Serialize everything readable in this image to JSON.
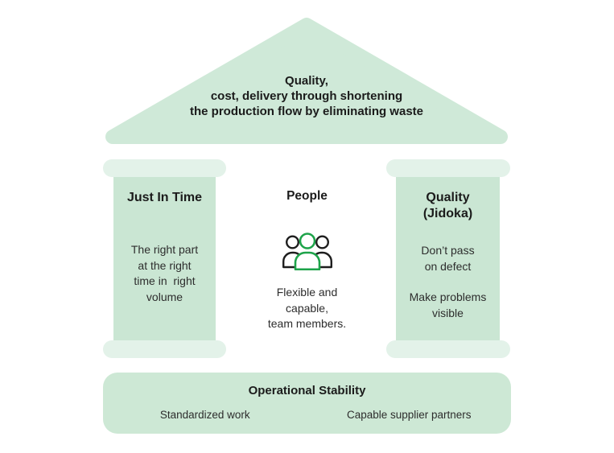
{
  "diagram_title": "Toyota Production System house",
  "colors": {
    "background": "#ffffff",
    "roof_fill": "#cfe9d8",
    "pillar_body_fill": "#cae6d3",
    "pillar_capital_fill": "#e3f2e9",
    "foundation_fill": "#cde8d5",
    "heading_text": "#1b1b1b",
    "body_text": "#2d2d2d",
    "icon_green": "#1ea34a",
    "icon_black": "#1e1e1e"
  },
  "roof": {
    "text": "Quality,\ncost, delivery through shortening\nthe production flow by eliminating waste"
  },
  "left_pillar": {
    "title": "Just In Time",
    "body": "The right part\nat the right\ntime in  right\nvolume"
  },
  "center": {
    "title": "People",
    "icon": "people-group-icon",
    "body": "Flexible and\ncapable,\nteam members."
  },
  "right_pillar": {
    "title": "Quality\n(Jidoka)",
    "items": [
      "Don’t pass\non defect",
      "Make problems\nvisible"
    ]
  },
  "foundation": {
    "title": "Operational Stability",
    "items": [
      "Standardized work",
      "Capable supplier partners"
    ]
  }
}
